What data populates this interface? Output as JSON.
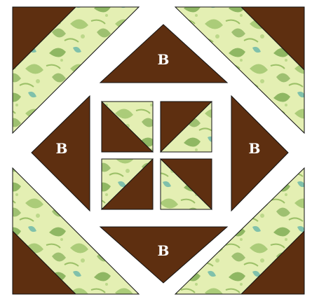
{
  "block": {
    "triangle_labels": [
      "B",
      "B",
      "B",
      "B"
    ]
  },
  "colors": {
    "brown": "#5e2f10",
    "fabric_light": "#e4efb3",
    "fabric_leaf_dark": "#80ad55",
    "fabric_leaf_mid": "#a5c972",
    "fabric_teal": "#5fb1a8",
    "outline": "#111111",
    "sashing": "#ffffff"
  }
}
